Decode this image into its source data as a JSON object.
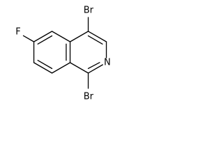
{
  "molecule": {
    "atoms": {
      "br_top": "Br",
      "br_bottom": "Br",
      "fluorine": "F",
      "nitrogen": "N"
    }
  }
}
